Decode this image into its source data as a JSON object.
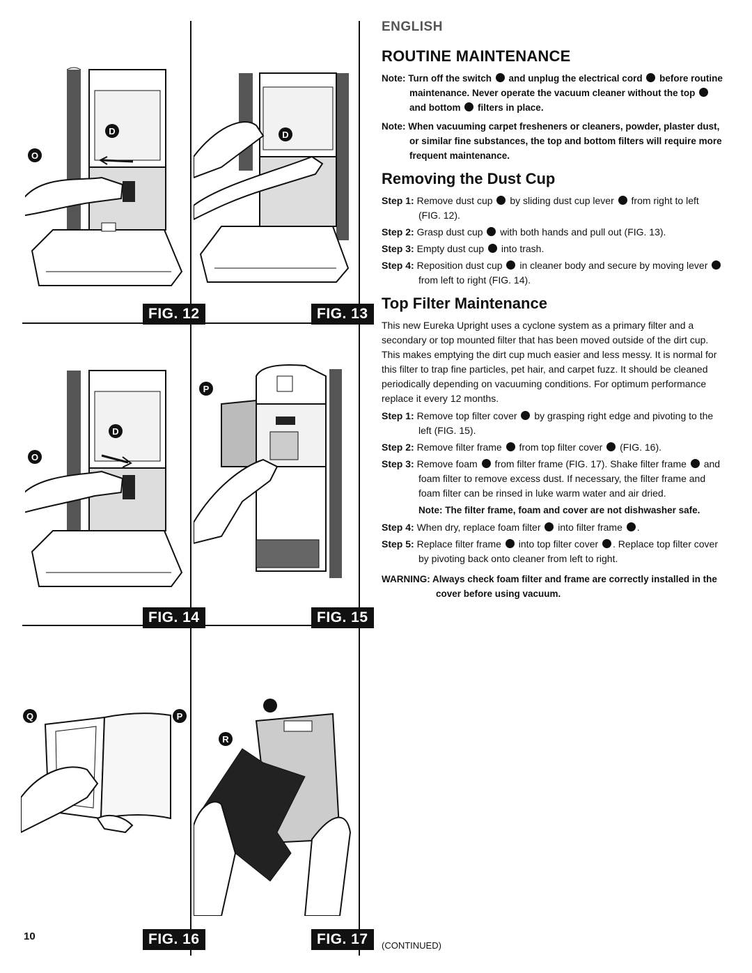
{
  "language": "ENGLISH",
  "title": "ROUTINE MAINTENANCE",
  "notes": {
    "n1_a": "Note: Turn off the switch",
    "n1_b": "and unplug the electrical cord",
    "n1_c": "before routine maintenance. Never operate the vacuum cleaner without the top",
    "n1_d": "and bottom",
    "n1_e": "filters in place.",
    "n2": "Note: When vacuuming carpet fresheners or cleaners, powder, plaster dust, or similar fine substances, the top and bottom filters will require more frequent maintenance."
  },
  "dust_cup": {
    "heading": "Removing the Dust Cup",
    "s1_label": "Step 1:",
    "s1_a": "Remove dust cup",
    "s1_b": "by sliding dust cup lever",
    "s1_c": "from right to left (FIG. 12).",
    "s2_label": "Step 2:",
    "s2_a": "Grasp dust cup",
    "s2_b": "with both hands and pull out (FIG. 13).",
    "s3_label": "Step 3:",
    "s3_a": "Empty dust cup",
    "s3_b": "into trash.",
    "s4_label": "Step 4:",
    "s4_a": "Reposition dust cup",
    "s4_b": "in cleaner body and secure by moving lever",
    "s4_c": "from left to right (FIG. 14)."
  },
  "top_filter": {
    "heading": "Top Filter Maintenance",
    "intro": "This new Eureka Upright uses a cyclone system as a primary filter and a secondary or top mounted filter that has been moved outside of the dirt cup. This makes emptying the dirt cup much easier and less messy. It is normal for this filter to trap fine particles, pet hair, and carpet fuzz. It should be cleaned periodically depending on vacuuming conditions. For optimum performance replace it every 12 months.",
    "s1_label": "Step 1:",
    "s1_a": "Remove top filter cover",
    "s1_b": "by grasping right edge and pivoting to the left (FIG. 15).",
    "s2_label": "Step 2:",
    "s2_a": "Remove filter frame",
    "s2_b": "from top filter cover",
    "s2_c": "(FIG. 16).",
    "s3_label": "Step 3:",
    "s3_a": "Remove foam",
    "s3_b": "from filter frame (FIG. 17). Shake filter frame",
    "s3_c": "and foam filter to remove excess dust. If necessary, the filter frame and foam filter can be rinsed in luke warm water and air dried.",
    "note": "Note: The filter frame, foam and cover are not dishwasher safe.",
    "s4_label": "Step 4:",
    "s4_a": "When dry, replace foam filter",
    "s4_b": "into filter frame",
    "s4_c": ".",
    "s5_label": "Step 5:",
    "s5_a": "Replace filter frame",
    "s5_b": "into top filter cover",
    "s5_c": ". Replace top filter cover by pivoting back onto cleaner from left to right."
  },
  "warning": "WARNING: Always check foam filter and frame are correctly installed in the cover before using vacuum.",
  "continued": "(CONTINUED)",
  "page_number": "10",
  "figures": {
    "fig12": "FIG. 12",
    "fig13": "FIG. 13",
    "fig14": "FIG. 14",
    "fig15": "FIG. 15",
    "fig16": "FIG. 16",
    "fig17": "FIG. 17"
  },
  "callouts": {
    "d": "D",
    "o": "O",
    "p": "P",
    "q": "Q",
    "r": "R"
  }
}
